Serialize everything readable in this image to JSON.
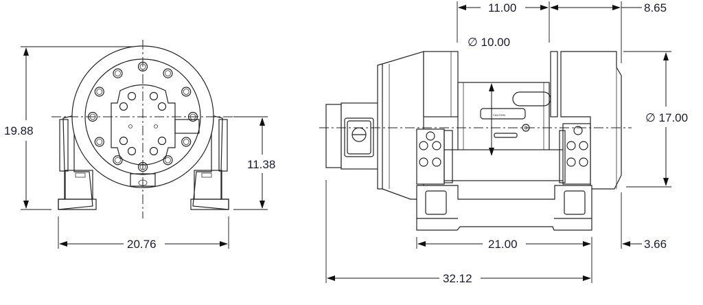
{
  "drawing": {
    "front_view": {
      "overall_height": "19.88",
      "centerline_height": "11.38",
      "overall_width": "20.76"
    },
    "side_view": {
      "drum_length": "11.00",
      "drum_to_end": "8.65",
      "drum_diameter": "∅ 10.00",
      "housing_diameter": "∅ 17.00",
      "mount_length": "21.00",
      "end_offset": "3.66",
      "overall_length": "32.12",
      "caution_label": "CAUTION"
    },
    "colors": {
      "line": "#222222",
      "dimension_text": "#1a1a2e"
    }
  }
}
